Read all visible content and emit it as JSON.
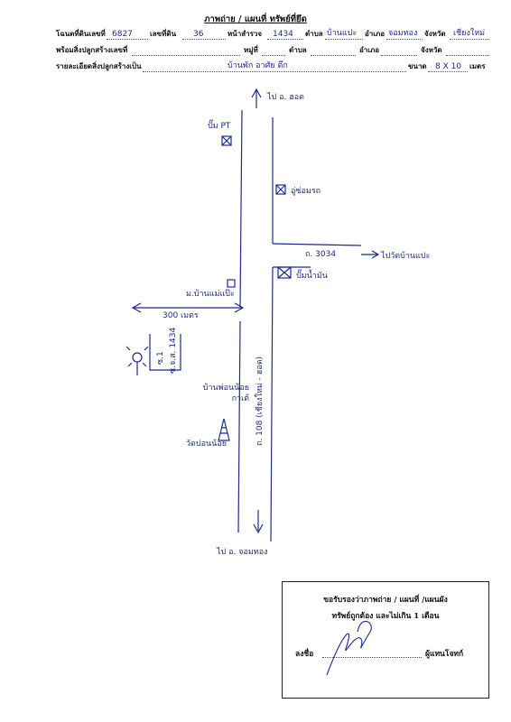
{
  "header": {
    "title": "ภาพถ่าย / แผนที่ ทรัพย์ที่ยึด"
  },
  "row1": {
    "deed_label": "โฉนดที่ดินเลขที่",
    "deed_value": "6827",
    "land_no_label": "เลขที่ดิน",
    "land_no_value": "36",
    "survey_label": "หน้าสำรวจ",
    "survey_value": "1434",
    "tambon_label": "ตำบล",
    "tambon_value": "บ้านแปะ",
    "amphoe_label": "อำเภอ",
    "amphoe_value": "จอมทอง",
    "province_label": "จังหวัด",
    "province_value": "เชียงใหม่"
  },
  "row2": {
    "building_label": "พร้อมสิ่งปลูกสร้างเลขที่",
    "moo_label": "หมู่ที่",
    "tambon_label": "ตำบล",
    "amphoe_label": "อำเภอ",
    "province_label": "จังหวัด"
  },
  "row3": {
    "detail_label": "รายละเอียดสิ่งปลูกสร้างเป็น",
    "detail_value": "บ้านพัก อาศัย ตึก",
    "size_label": "ขนาด",
    "size_value": "8 X 10",
    "unit_label": "เมตร"
  },
  "map": {
    "to_hod": "ไป อ. ฮอด",
    "pt_station": "ปั๊ม PT",
    "garage": "อู่ซ่อมรถ",
    "road_3034": "ถ. 3034",
    "to_wat": "ไปวัดบ้านแปะ",
    "fuel_pump": "ปั๊มน้ำมัน",
    "village_sign": "ม.บ้านแม่แป๊ะ",
    "distance": "300 เมตร",
    "soi_1": "ซ.1",
    "soi_name": "ซ.จ.ส. 1434",
    "house_label": "บ้านพ่อนน้อย กาเต้",
    "temple": "วัดปอนน้อย",
    "road_108": "ถ. 108 (เชียงใหม่ - ฮอด)",
    "to_chomthong": "ไป อ. จอมทอง"
  },
  "certificate": {
    "line1": "ขอรับรองว่าภาพถ่าย / แผนที่ /แผนผัง",
    "line2": "ทรัพย์ถูกต้อง และไม่เกิน 1 เดือน",
    "sign_label": "ลงชื่อ",
    "role_label": "ผู้แทนโจทก์"
  },
  "ink_color": "#1f2a8a"
}
